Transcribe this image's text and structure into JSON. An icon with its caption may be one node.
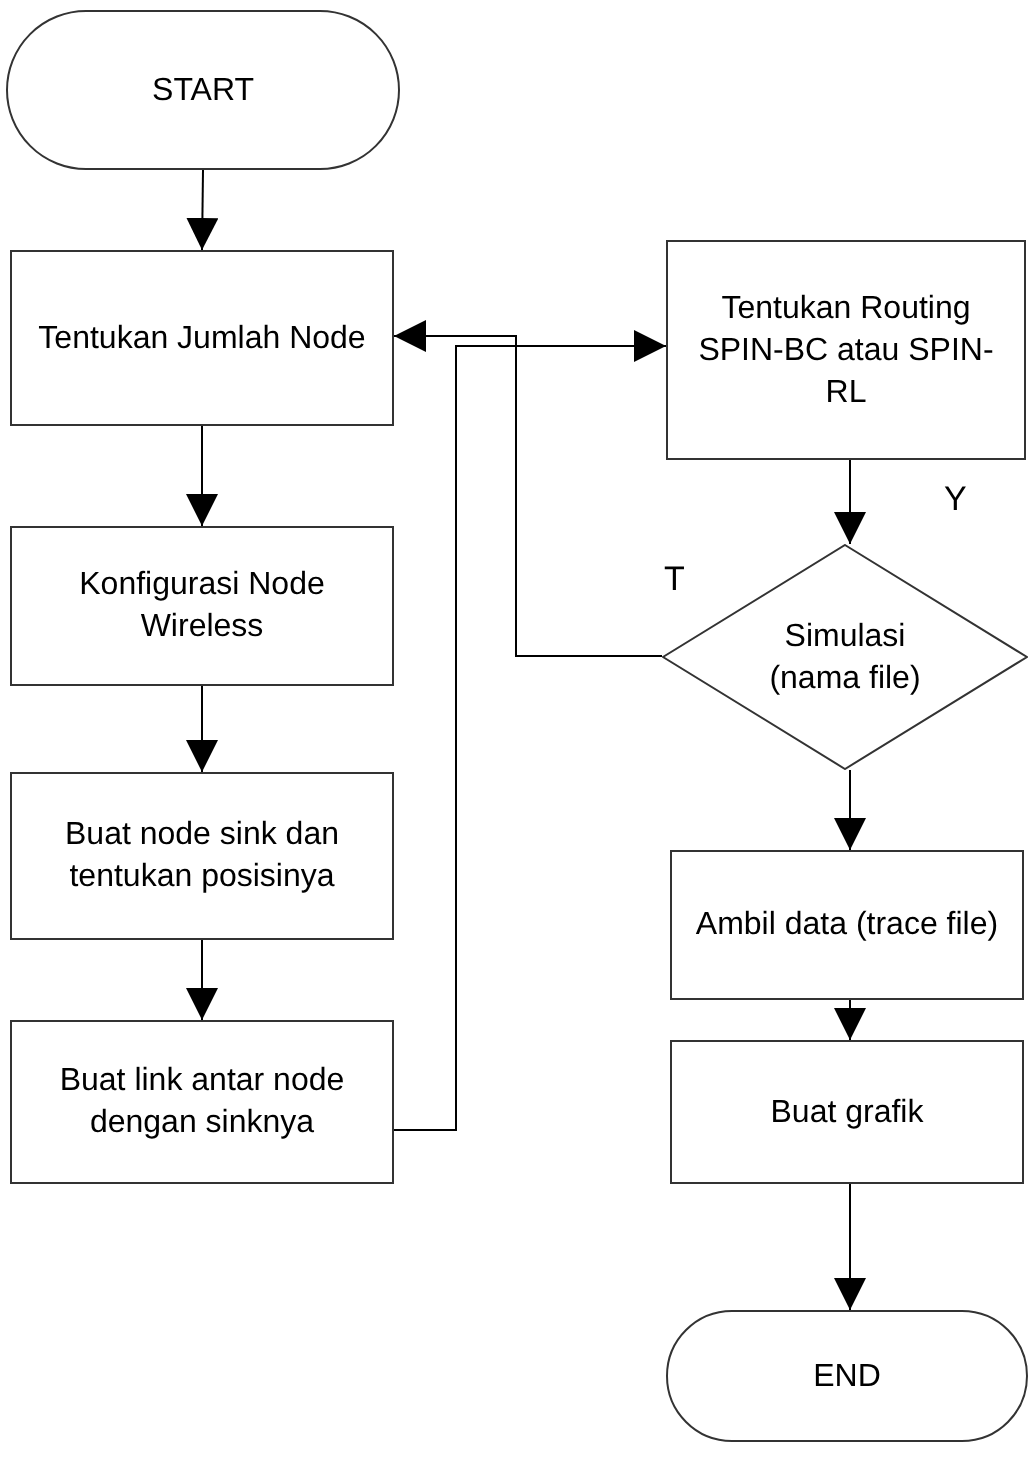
{
  "diagram": {
    "nodes": [
      {
        "text": [
          "START"
        ]
      },
      {
        "text": [
          "Tentukan Jumlah Node"
        ]
      },
      {
        "text": [
          "Konfigurasi Node Wireless"
        ]
      },
      {
        "text": [
          "Buat node sink dan tentukan posisinya"
        ]
      },
      {
        "text": [
          "Buat link antar node dengan sinknya"
        ]
      },
      {
        "text": [
          "Tentukan Routing SPIN-BC atau SPIN-RL"
        ]
      },
      {
        "text": [
          "Simulasi (nama file)"
        ]
      },
      {
        "text": [
          "Ambil data (trace file)"
        ]
      },
      {
        "text": [
          "Buat grafik"
        ]
      },
      {
        "text": [
          "END"
        ]
      }
    ],
    "edges": [
      {
        "from": 0,
        "to": 1,
        "arrow": "to"
      },
      {
        "from": 1,
        "to": 2,
        "arrow": "to"
      },
      {
        "from": 2,
        "to": 3,
        "arrow": "to"
      },
      {
        "from": 3,
        "to": 4,
        "arrow": "to"
      },
      {
        "from": 4,
        "to": 5,
        "arrow": "to"
      },
      {
        "from": 5,
        "to": 6,
        "arrow": "to"
      },
      {
        "from": 6,
        "to": 1,
        "arrow": "to",
        "label": "T"
      },
      {
        "from": 6,
        "to": 7,
        "arrow": "to"
      },
      {
        "from": 7,
        "to": 8,
        "arrow": "to"
      },
      {
        "from": 8,
        "to": 9,
        "arrow": "to"
      }
    ],
    "labels": [
      "Y"
    ]
  }
}
